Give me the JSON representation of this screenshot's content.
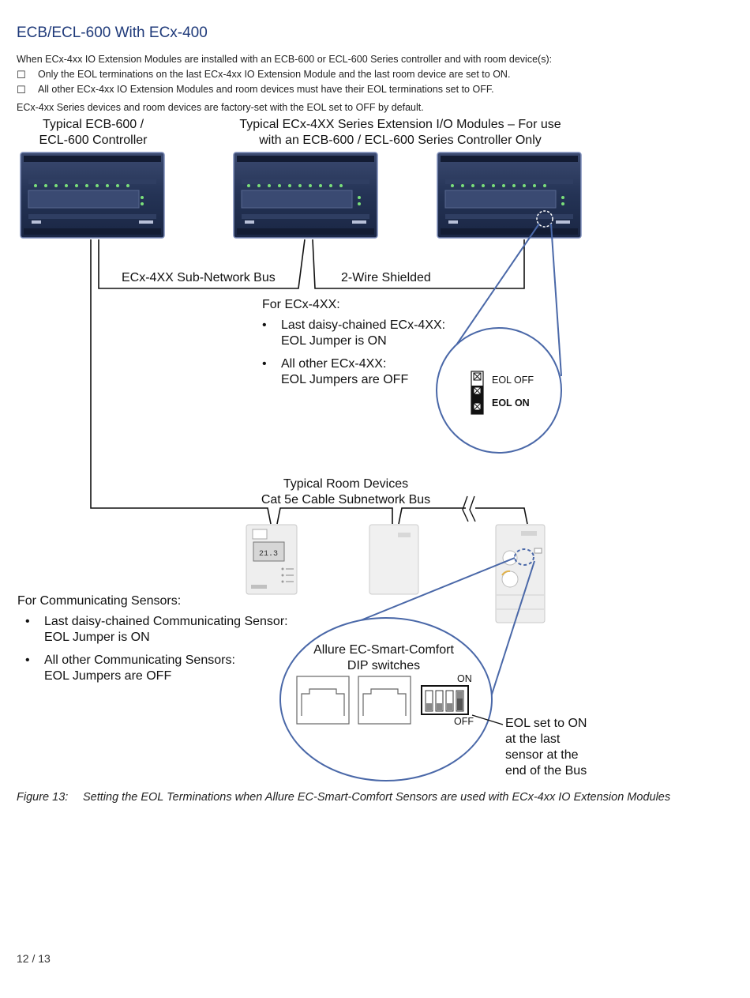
{
  "title": "ECB/ECL-600 With ECx-400",
  "intro": {
    "lead": "When ECx-4xx IO Extension Modules are installed with an ECB-600 or ECL-600 Series controller and with room device(s):",
    "bullets": [
      "Only the EOL terminations on the last ECx-4xx IO Extension Module and the last room device are set to ON.",
      "All other ECx-4xx IO Extension Modules and room devices must have their EOL terminations set to OFF."
    ],
    "footnote": "ECx-4xx Series devices and room devices are factory-set with the EOL set to OFF by default."
  },
  "diagram": {
    "controller_label": [
      "Typical ECB-600 /",
      "ECL-600 Controller"
    ],
    "modules_label": [
      "Typical ECx-4XX Series Extension I/O Modules – For use",
      "with an ECB-600 / ECL-600 Series Controller Only"
    ],
    "subnet_bus_label": "ECx-4XX Sub-Network Bus",
    "two_wire_label": "2-Wire Shielded",
    "ecx_notes": {
      "heading": "For ECx-4XX:",
      "items": [
        [
          "Last daisy-chained ECx-4XX:",
          "EOL Jumper is ON"
        ],
        [
          "All other ECx-4XX:",
          "EOL Jumpers are OFF"
        ]
      ]
    },
    "jumper": {
      "off_label": "EOL OFF",
      "on_label": "EOL ON"
    },
    "room_devices_label": [
      "Typical Room Devices",
      "Cat 5e Cable Subnetwork Bus"
    ],
    "sensor_notes": {
      "heading": "For Communicating Sensors:",
      "items": [
        [
          "Last daisy-chained Communicating Sensor:",
          "EOL Jumper is ON"
        ],
        [
          "All other Communicating Sensors:",
          "EOL Jumpers are OFF"
        ]
      ]
    },
    "dip": {
      "title": [
        "Allure EC-Smart-Comfort",
        "DIP switches"
      ],
      "on_label": "ON",
      "off_label": "OFF"
    },
    "eol_callout": [
      "EOL set to ON",
      "at the last",
      "sensor at the",
      "end of the Bus"
    ],
    "thermostat_display": "21.3",
    "bullet_glyph": "•",
    "checkbox_glyph": "☐"
  },
  "figure": {
    "number": "Figure 13:",
    "caption": "Setting the EOL Terminations when Allure EC-Smart-Comfort Sensors are used with ECx-4xx IO Extension Modules"
  },
  "page": "12 / 13",
  "colors": {
    "title": "#1f3a7a",
    "callout": "#4a68a8",
    "device": "#1e2a4a"
  }
}
